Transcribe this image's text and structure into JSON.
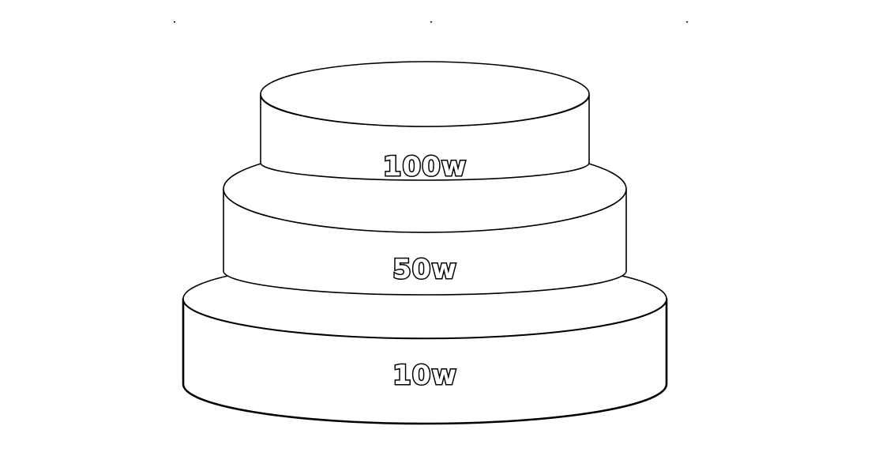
{
  "tiers": [
    {
      "id": "top",
      "label": "100w"
    },
    {
      "id": "middle",
      "label": "50w"
    },
    {
      "id": "bottom",
      "label": "10w"
    }
  ],
  "colors": {
    "fill": "#ffffff",
    "outline": "#000000",
    "background": "#ffffff"
  }
}
